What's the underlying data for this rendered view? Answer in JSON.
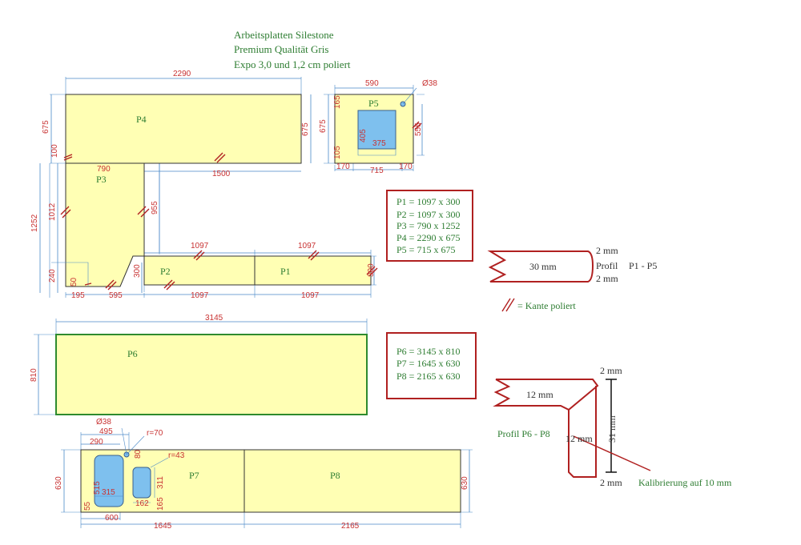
{
  "header": {
    "line1": "Arbeitsplatten Silestone",
    "line2": "Premium Qualität Gris",
    "line3": "Expo 3,0 und 1,2 cm poliert"
  },
  "plates": {
    "P1": "P1",
    "P2": "P2",
    "P3": "P3",
    "P4": "P4",
    "P5": "P5",
    "P6": "P6",
    "P7": "P7",
    "P8": "P8"
  },
  "dims_top": {
    "d2290": "2290",
    "d675a": "675",
    "d675b": "675",
    "d100": "100",
    "d790": "790",
    "d1500": "1500",
    "d1252": "1252",
    "d1012": "1012",
    "d955": "955",
    "d240": "240",
    "d50": "50",
    "d300a": "300",
    "d195": "195",
    "d595": "595",
    "d1097a": "1097",
    "d1097b": "1097",
    "d1097c": "1097",
    "d1097d": "1097",
    "d300b": "300",
    "d590": "590",
    "d38": "Ø38",
    "d165": "165",
    "d675c": "675",
    "d405": "405",
    "d375": "375",
    "d555": "555",
    "d105": "105",
    "d170a": "170",
    "d715": "715",
    "d170b": "170"
  },
  "dims_bottom": {
    "d3145": "3145",
    "d810": "810",
    "d38": "Ø38",
    "d495": "495",
    "d290": "290",
    "r70": "r=70",
    "r43": "r=43",
    "d80": "80",
    "d515": "515",
    "d315": "315",
    "d311": "311",
    "d162": "162",
    "d165": "165",
    "d55": "55",
    "d630a": "630",
    "d630b": "630",
    "d600": "600",
    "d1645": "1645",
    "d2165": "2165"
  },
  "list1": [
    "P1 = 1097 x 300",
    "P2 = 1097 x 300",
    "P3 = 790 x 1252",
    "P4 = 2290 x 675",
    "P5 = 715 x 675"
  ],
  "list2": [
    "P6 = 3145 x 810",
    "P7 = 1645 x 630",
    "P8 = 2165 x 630"
  ],
  "profile1": {
    "thickness": "30 mm",
    "top": "2 mm",
    "bottom": "2 mm",
    "label": "Profil",
    "plates": "P1 - P5"
  },
  "legend": {
    "text": "= Kante poliert"
  },
  "profile2": {
    "thickness": "12 mm",
    "top": "2 mm",
    "height": "31 mm",
    "inner": "12 mm",
    "bottom": "2 mm",
    "label": "Profil  P6 - P8",
    "note": "Kalibrierung auf 10 mm"
  },
  "colors": {
    "plate": "#ffffb4",
    "cutout": "#7ec0ee",
    "dimension": "#c83232",
    "accent": "#2e7d32",
    "frame": "#b02020"
  }
}
